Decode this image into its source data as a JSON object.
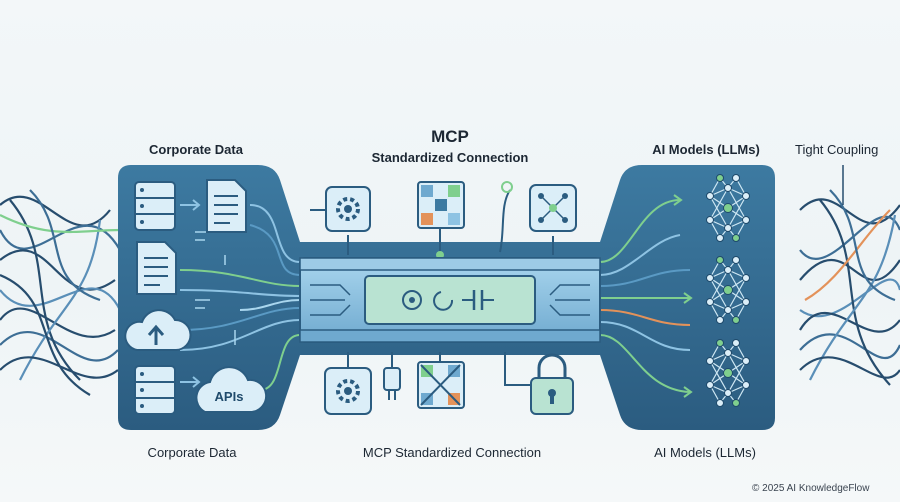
{
  "labels": {
    "top_left": "Corporate Data",
    "top_center_title": "MCP",
    "top_center_subtitle": "Standardized Connection",
    "top_right": "AI Models (LLMs)",
    "far_right": "Tight Coupling",
    "bottom_left": "Corporate Data",
    "bottom_center": "MCP Standardized Connection",
    "bottom_right": "AI Models (LLMs)",
    "apis_badge": "APIs",
    "copyright": "© 2025 AI KnowledgeFlow"
  },
  "colors": {
    "panel_dark": "#2f6488",
    "panel_mid": "#3d7aa1",
    "wire_dark": "#274d6e",
    "wire_light": "#5a8fb8",
    "accent_green": "#7fcf8e",
    "accent_orange": "#e3925a",
    "hub_blue": "#8ec3e3",
    "icon_fill": "#dbeef8"
  },
  "icons": {
    "data_sources": [
      "database-icon",
      "document-icon",
      "document-icon",
      "cloud-upload-icon",
      "database-icon",
      "api-cloud-icon"
    ],
    "mcp_modules_top": [
      "gear-module-icon",
      "grid-module-icon",
      "network-module-icon"
    ],
    "mcp_modules_bottom": [
      "gear-module-icon",
      "plug-icon",
      "grid-module-icon",
      "padlock-icon"
    ],
    "ai_models": [
      "neural-network-icon",
      "neural-network-icon",
      "neural-network-icon"
    ]
  }
}
